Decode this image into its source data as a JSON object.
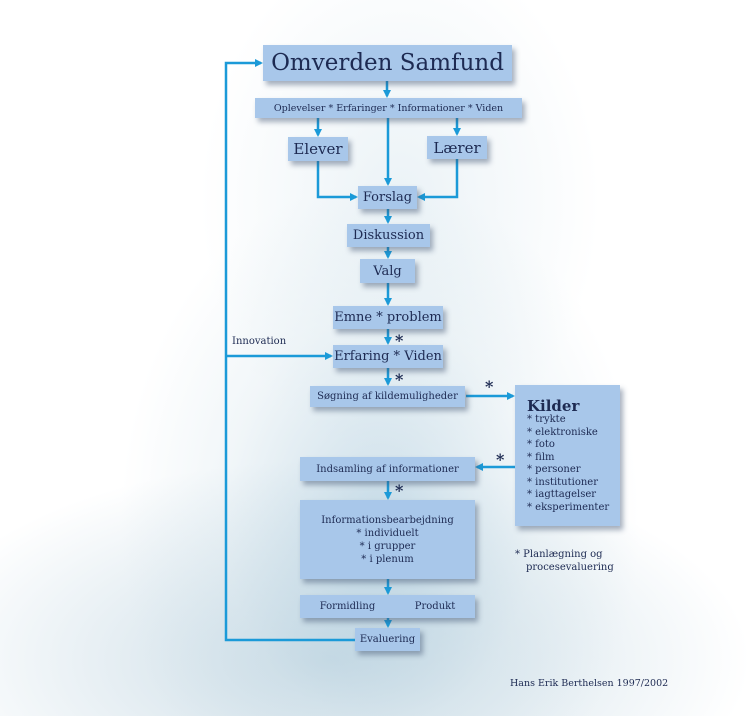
{
  "nodes": {
    "omverden": "Omverden  Samfund",
    "oplevelser": "Oplevelser * Erfaringer * Informationer * Viden",
    "elever": "Elever",
    "laerer": "Lærer",
    "forslag": "Forslag",
    "diskussion": "Diskussion",
    "valg": "Valg",
    "emne": "Emne * problem",
    "erfaring": "Erfaring * Viden",
    "soegning": "Søgning af kildemuligheder",
    "indsamling": "Indsamling af informationer",
    "bearbejdning": {
      "title": "Informationsbearbejdning",
      "items": [
        "* individuelt",
        "* i grupper",
        "* i plenum"
      ]
    },
    "formidling": "Formidling",
    "produkt": "Produkt",
    "evaluering": "Evaluering"
  },
  "kilder": {
    "title": "Kilder",
    "items": [
      "* trykte",
      "* elektroniske",
      "* foto",
      "* film",
      "* personer",
      "* institutioner",
      "* iagttagelser",
      "* eksperimenter"
    ]
  },
  "star": "*",
  "innovation_label": "Innovation",
  "note": {
    "line1": "*  Planlægning og",
    "line2": "procesevaluering"
  },
  "credit": "Hans Erik Berthelsen 1997/2002",
  "colors": {
    "box": "#a8c7ea",
    "arrow": "#1b9ad8",
    "text": "#1d2a52"
  }
}
